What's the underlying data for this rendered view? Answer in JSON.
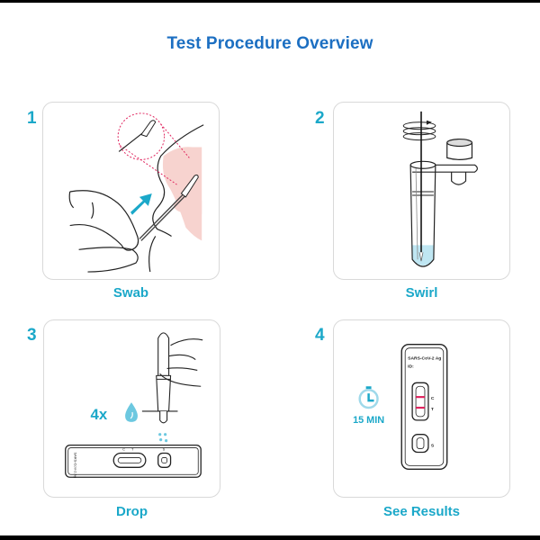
{
  "title": "Test Procedure Overview",
  "colors": {
    "title": "#1c6fc2",
    "accent": "#1ba8c9",
    "panel_border": "#d9d9d9",
    "result_line": "#e0245e",
    "skin": "#f7d3cf",
    "liquid": "#bfe6f2"
  },
  "steps": [
    {
      "number": "1",
      "label": "Swab",
      "icon": "nasal-swab-illustration"
    },
    {
      "number": "2",
      "label": "Swirl",
      "icon": "swirl-tube-illustration"
    },
    {
      "number": "3",
      "label": "Drop",
      "icon": "dropper-illustration",
      "drop_count": "4x",
      "cassette": {
        "text": "SARS-CoV-2 Ag",
        "id": "ID",
        "c": "C",
        "t": "T",
        "s": "S"
      }
    },
    {
      "number": "4",
      "label": "See Results",
      "icon": "test-cassette-illustration",
      "timer": "15 MIN",
      "cassette": {
        "text": "SARS-CoV-2 Ag",
        "id": "ID:",
        "c": "C",
        "t": "T",
        "s": "S"
      }
    }
  ]
}
